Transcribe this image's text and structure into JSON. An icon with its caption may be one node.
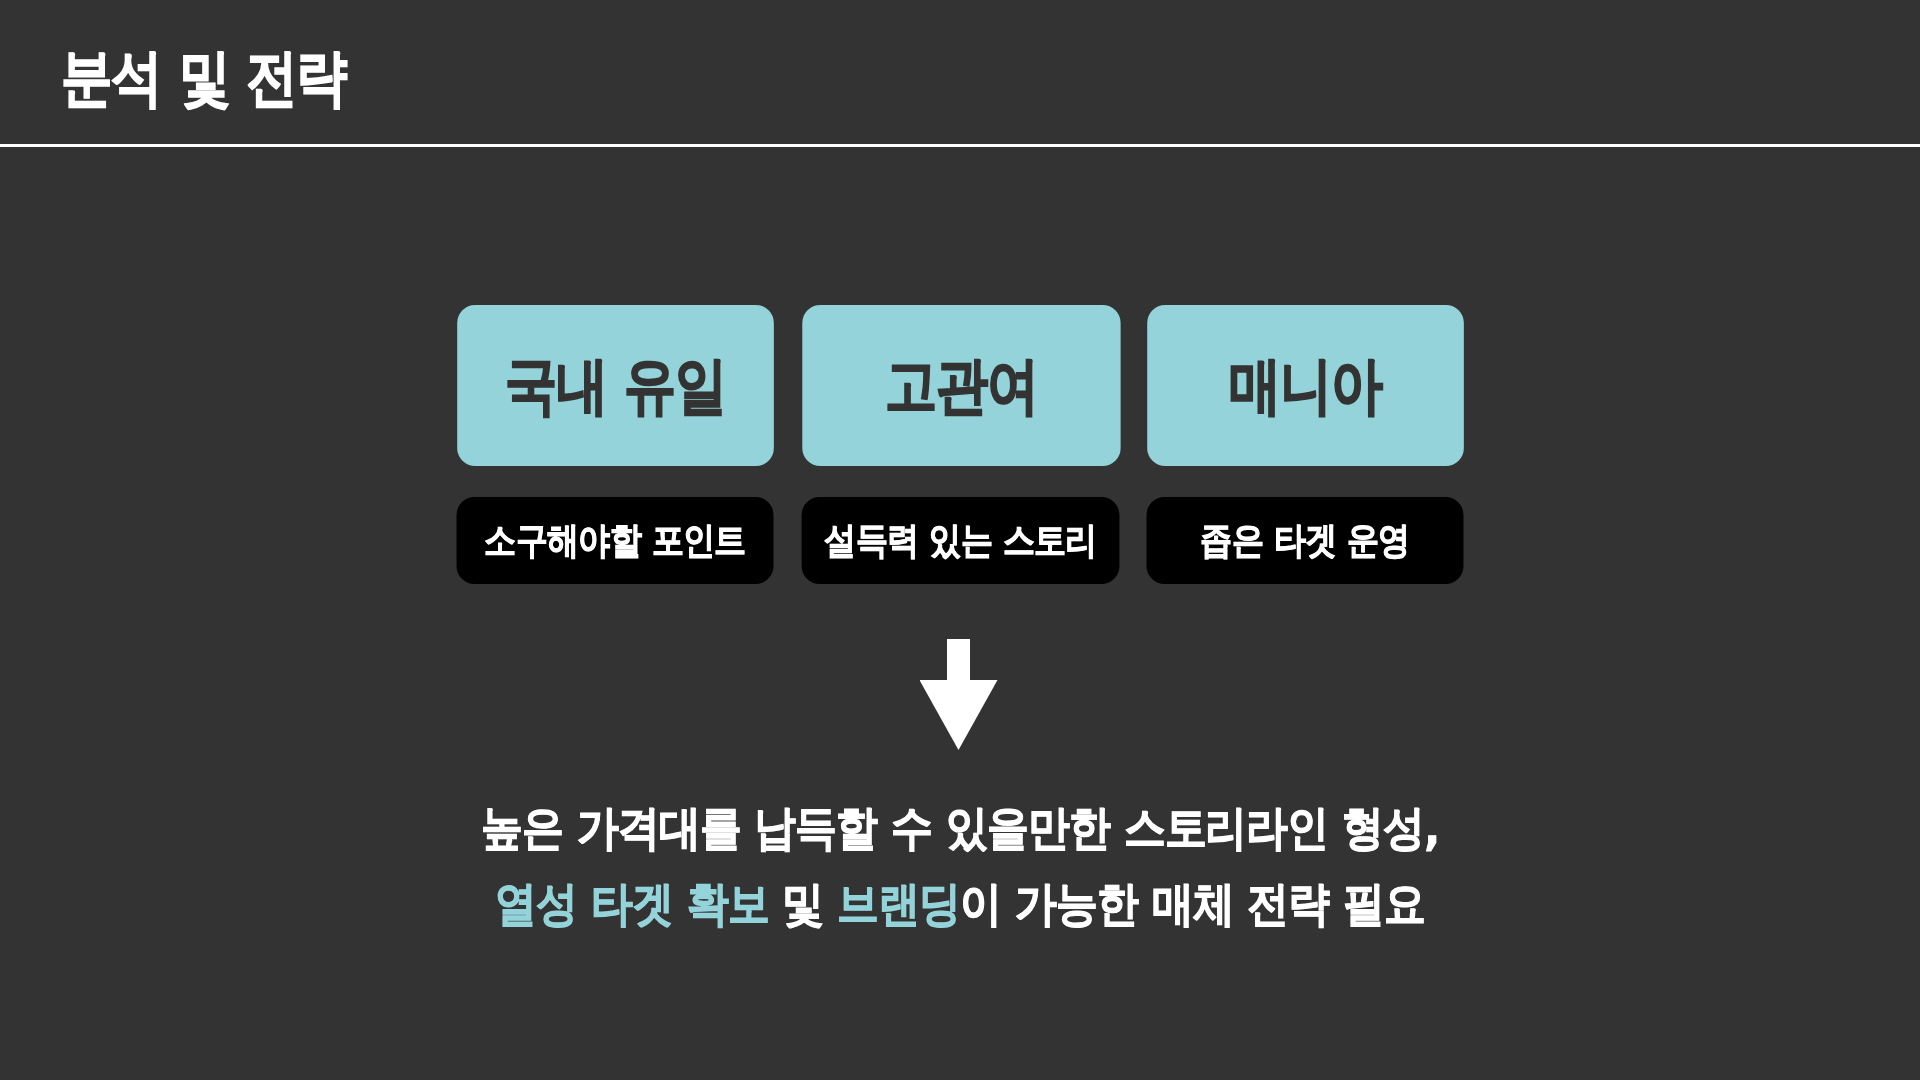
{
  "diagram": {
    "title": "분석 및 전략",
    "nodes": [
      {
        "text": [
          "국내 유일"
        ]
      },
      {
        "text": [
          "고관여"
        ]
      },
      {
        "text": [
          "매니아"
        ]
      },
      {
        "text": [
          "소구해야할 포인트"
        ]
      },
      {
        "text": [
          "설득력 있는 스토리"
        ]
      },
      {
        "text": [
          "좁은 타겟 운영"
        ]
      },
      {
        "text": [
          "높은 가격대를 납득할 수 있을만한 스토리라인 형성, **열성 타겟 확보** 및 **브랜딩**이 가능한 매체 전략 필요"
        ]
      }
    ],
    "edges": [
      {
        "from": null,
        "to": 6,
        "arrow": "to"
      }
    ]
  }
}
